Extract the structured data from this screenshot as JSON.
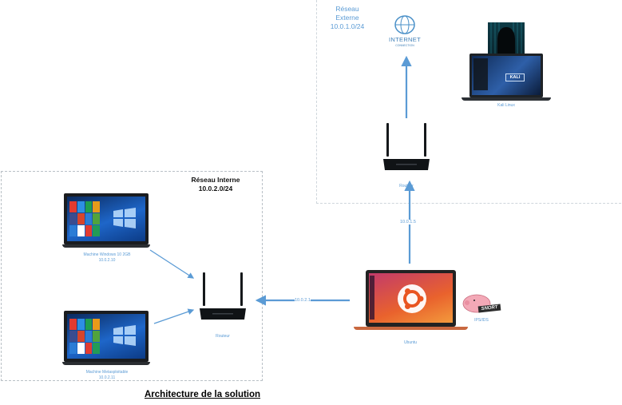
{
  "zones": {
    "external": {
      "title": "Réseau Externe",
      "subnet": "10.0.1.0/24"
    },
    "internal": {
      "title": "Réseau Interne",
      "subnet": "10.0.2.0/24"
    }
  },
  "nodes": {
    "internet": {
      "line1": "INTERNET",
      "line2": "CONNECTION"
    },
    "kali": {
      "label": "Kali Linux",
      "screen_text": "KALI"
    },
    "router_external": {
      "label": "Routeur"
    },
    "router_internal": {
      "label": "Routeur"
    },
    "ubuntu": {
      "label": "Ubuntu"
    },
    "snort": {
      "label": "IPS/IDS",
      "logo_text": "SNORT"
    },
    "windows": {
      "name": "Machine Windows 10 2GB",
      "ip": "10.0.2.10"
    },
    "metasploitable": {
      "name": "Machine Metasploitable",
      "ip": "10.0.2.11"
    }
  },
  "links": {
    "ubuntu_to_router_ext": "10.0.1.5",
    "ubuntu_to_router_int": "10.0.2.1"
  },
  "caption": "Architecture de la solution",
  "colors": {
    "arrow": "#5b9bd5",
    "label": "#5b9bd5"
  }
}
